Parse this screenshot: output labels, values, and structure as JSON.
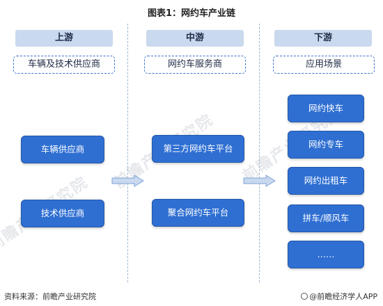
{
  "title": "图表1：网约车产业链",
  "stages": [
    {
      "header": "上游",
      "sub": "车辆及技术供应商",
      "nodes": [
        "车辆供应商",
        "技术供应商"
      ]
    },
    {
      "header": "中游",
      "sub": "网约车服务商",
      "nodes": [
        "第三方网约车平台",
        "聚合网约车平台"
      ]
    },
    {
      "header": "下游",
      "sub": "应用场景",
      "nodes": [
        "网约快车",
        "网约专车",
        "网约出租车",
        "拼车/顺风车",
        "……"
      ]
    }
  ],
  "footer": {
    "source": "资料来源：前瞻产业研究院",
    "brand": "@前瞻经济学人APP"
  },
  "watermark": "前瞻产业研究院",
  "colors": {
    "node_fill": "#2f6fd2",
    "header_fill": "#c9d9ee",
    "arrow_fill": "#c9d9ee",
    "dash_border": "#3a6fc9"
  }
}
